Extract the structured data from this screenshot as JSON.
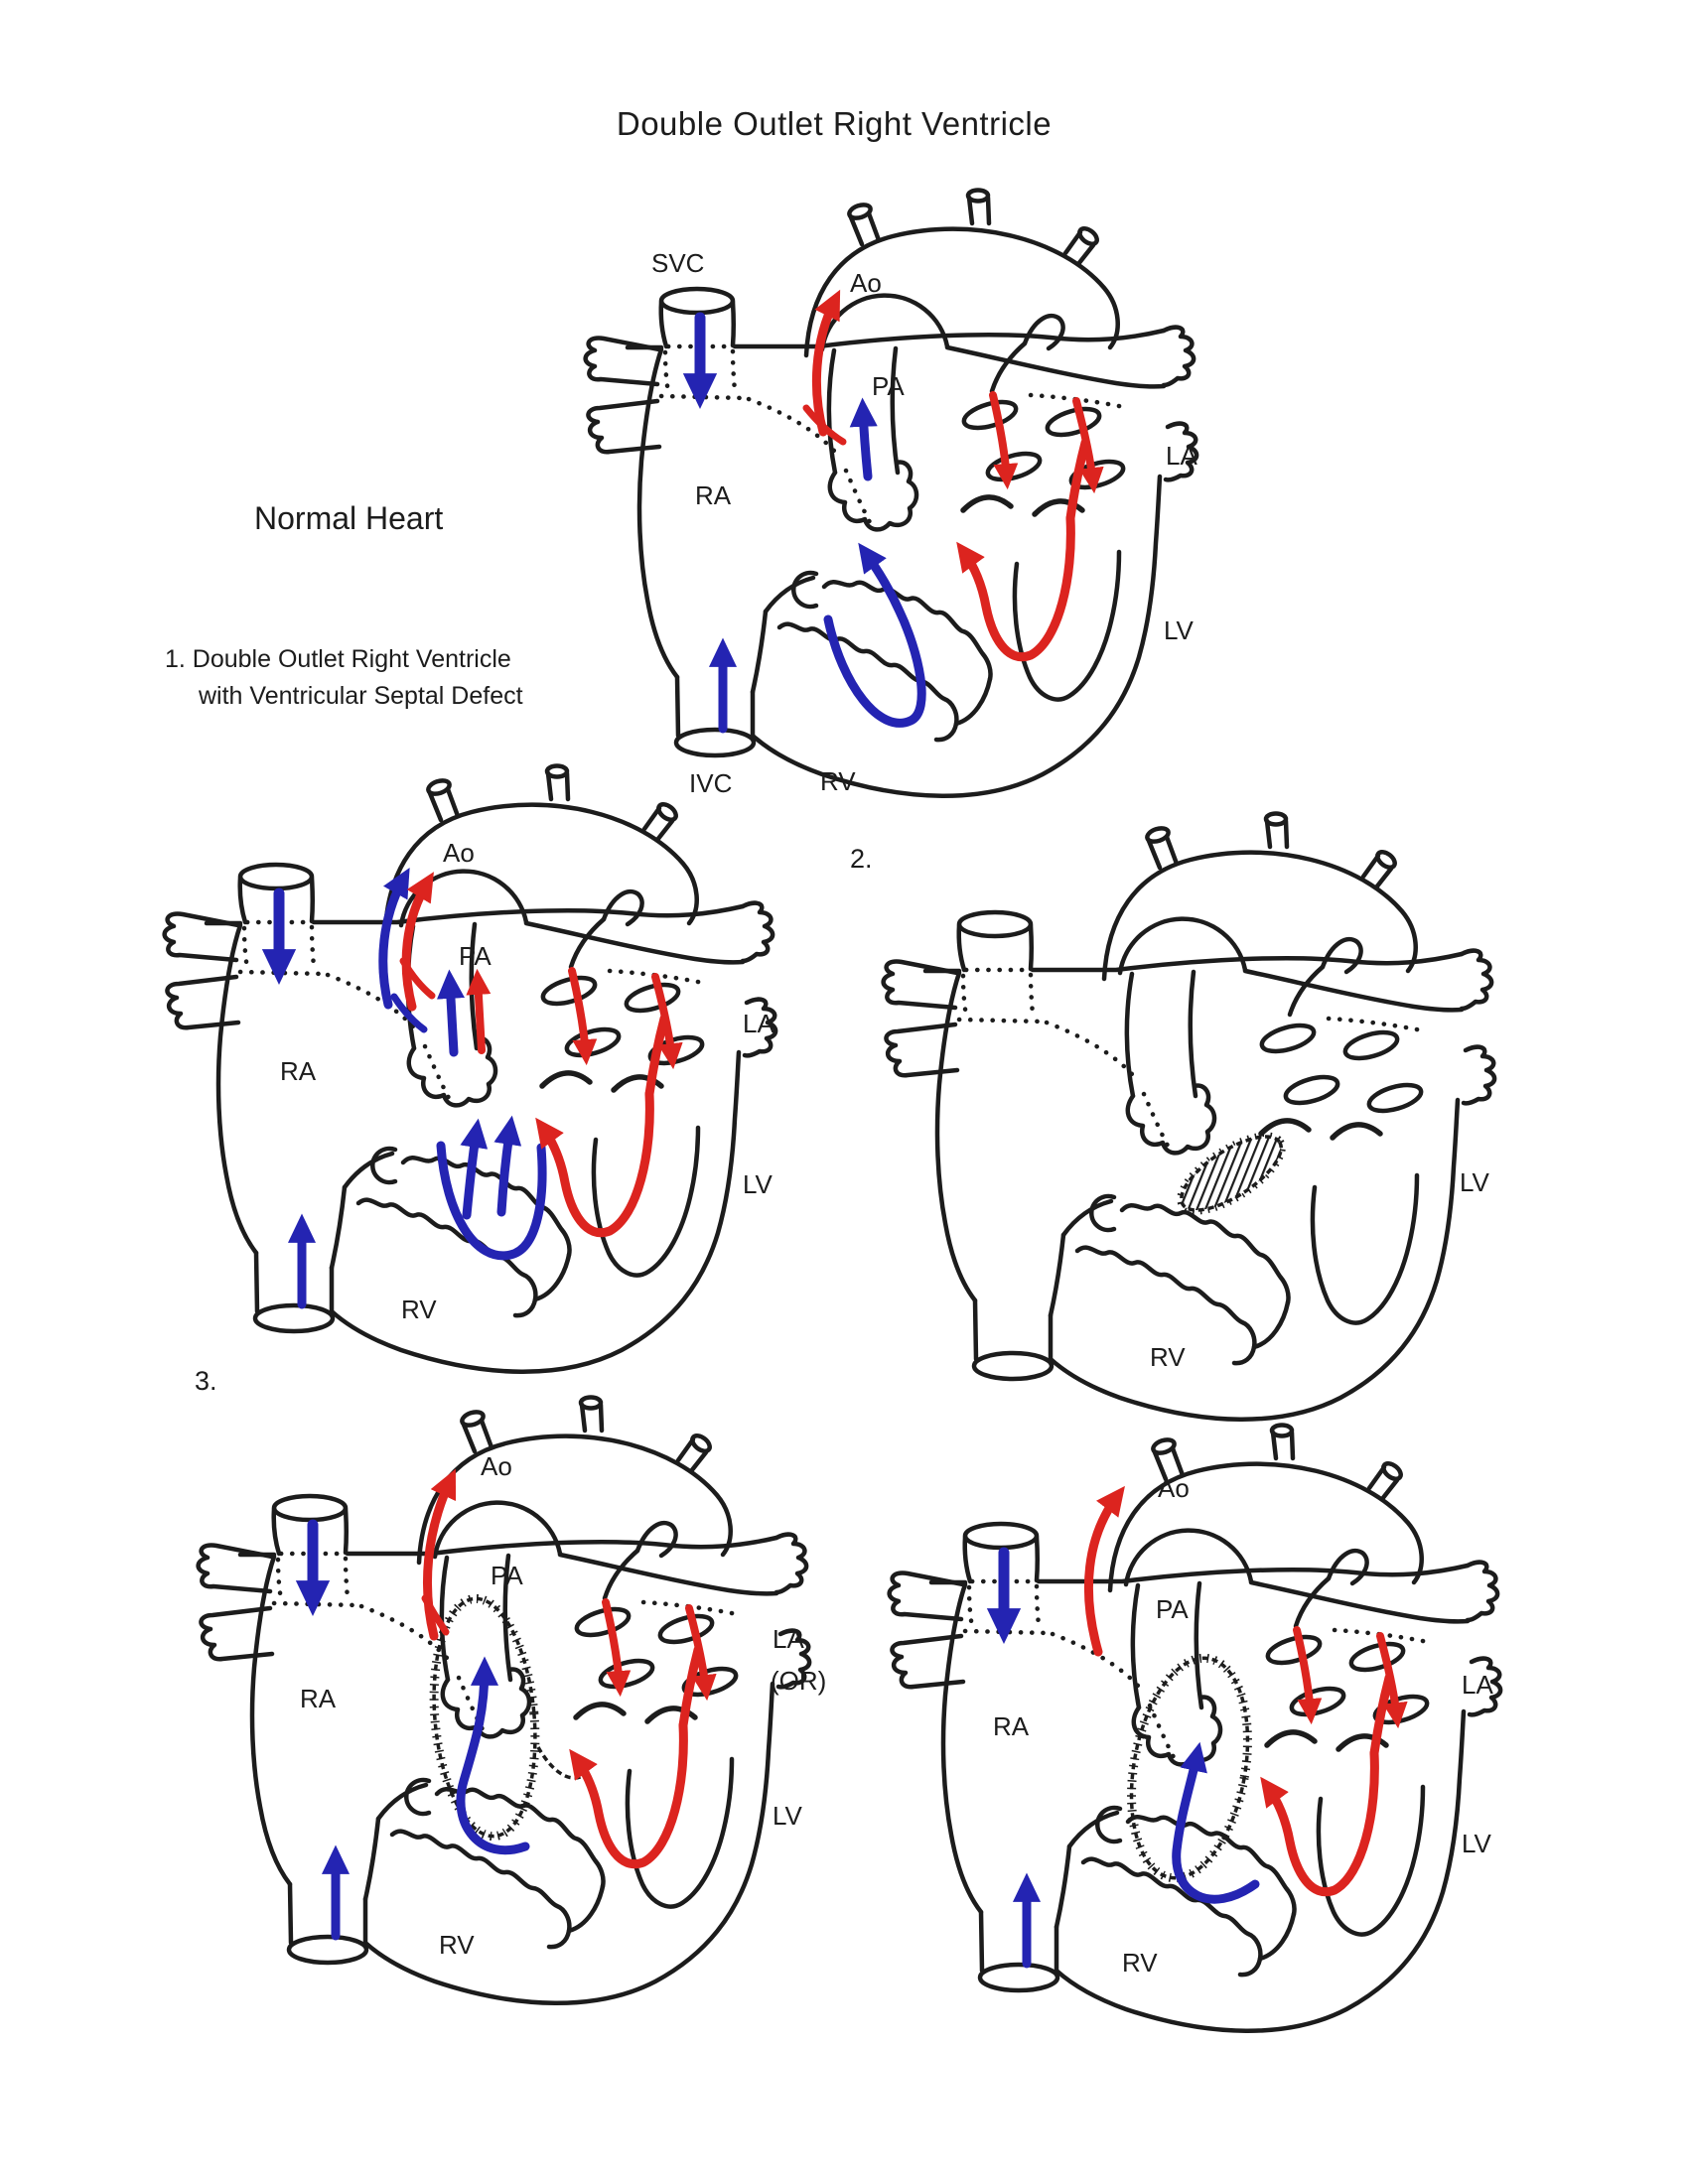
{
  "title": "Double Outlet Right Ventricle",
  "captions": {
    "normal_heart": "Normal Heart",
    "item1_line1": "1. Double Outlet Right Ventricle",
    "item1_line2": "with Ventricular Septal Defect",
    "item2": "2.",
    "item3": "3.",
    "or": "(OR)"
  },
  "colors": {
    "outline": "#1c1c1c",
    "oxygenated_red": "#dc241f",
    "deoxygenated_blue": "#2424b2"
  },
  "hearts": {
    "normal": {
      "labels": {
        "svc": "SVC",
        "ao": "Ao",
        "pa": "PA",
        "ra": "RA",
        "la": "LA",
        "lv": "LV",
        "ivc": "IVC",
        "rv": "RV"
      }
    },
    "dorv_vsd": {
      "labels": {
        "ao": "Ao",
        "pa": "PA",
        "ra": "RA",
        "la": "LA",
        "lv": "LV",
        "rv": "RV"
      }
    },
    "patch_repair": {
      "labels": {
        "lv": "LV",
        "rv": "RV"
      }
    },
    "tunnel_repair_a": {
      "labels": {
        "ao": "Ao",
        "pa": "PA",
        "ra": "RA",
        "la": "LA",
        "lv": "LV",
        "rv": "RV"
      }
    },
    "tunnel_repair_b": {
      "labels": {
        "ao": "Ao",
        "pa": "PA",
        "ra": "RA",
        "la": "LA",
        "lv": "LV",
        "rv": "RV"
      }
    }
  }
}
